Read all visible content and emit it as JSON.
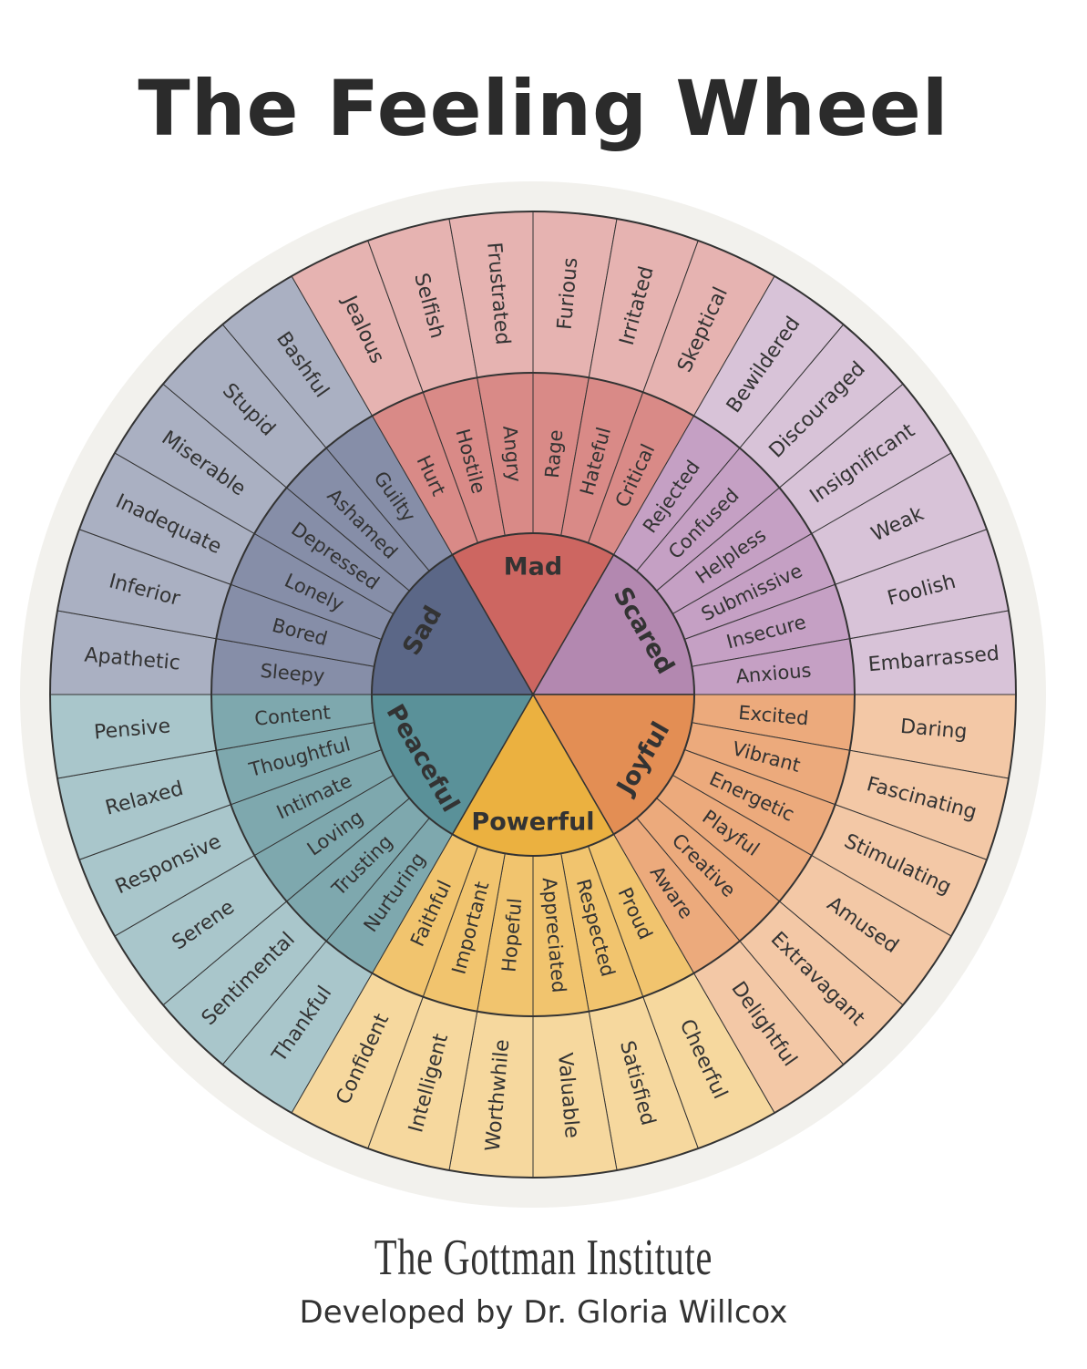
{
  "title": "The Feeling Wheel",
  "footer": {
    "brand": "The Gottman Institute",
    "credit": "Developed by Dr. Gloria Willcox"
  },
  "colors": {
    "background_ring": "#f2f1ed",
    "stroke": "#333333"
  },
  "wheel": [
    {
      "core": "Mad",
      "colors": {
        "core": "#cd6661",
        "middle": "#d98a87",
        "outer": "#e6b3b1"
      },
      "middle": [
        "Hurt",
        "Hostile",
        "Angry",
        "Rage",
        "Hateful",
        "Critical"
      ],
      "outer": [
        "Jealous",
        "Selfish",
        "Frustrated",
        "Furious",
        "Irritated",
        "Skeptical"
      ]
    },
    {
      "core": "Scared",
      "colors": {
        "core": "#b388b0",
        "middle": "#c5a0c4",
        "outer": "#d8c3d8"
      },
      "middle": [
        "Rejected",
        "Confused",
        "Helpless",
        "Submissive",
        "Insecure",
        "Anxious"
      ],
      "outer": [
        "Bewildered",
        "Discouraged",
        "Insignificant",
        "Weak",
        "Foolish",
        "Embarrassed"
      ]
    },
    {
      "core": "Joyful",
      "colors": {
        "core": "#e38e54",
        "middle": "#ecaa7c",
        "outer": "#f3c8a6"
      },
      "middle": [
        "Excited",
        "Vibrant",
        "Energetic",
        "Playful",
        "Creative",
        "Aware"
      ],
      "outer": [
        "Daring",
        "Fascinating",
        "Stimulating",
        "Amused",
        "Extravagant",
        "Delightful"
      ]
    },
    {
      "core": "Powerful",
      "colors": {
        "core": "#ebb140",
        "middle": "#f1c46e",
        "outer": "#f6d89e"
      },
      "middle": [
        "Proud",
        "Respected",
        "Appreciated",
        "Hopeful",
        "Important",
        "Faithful"
      ],
      "outer": [
        "Cheerful",
        "Satisfied",
        "Valuable",
        "Worthwhile",
        "Intelligent",
        "Confident"
      ]
    },
    {
      "core": "Peaceful",
      "colors": {
        "core": "#5a9199",
        "middle": "#7ea8ae",
        "outer": "#a9c6cb"
      },
      "middle": [
        "Nurturing",
        "Trusting",
        "Loving",
        "Intimate",
        "Thoughtful",
        "Content"
      ],
      "outer": [
        "Thankful",
        "Sentimental",
        "Serene",
        "Responsive",
        "Relaxed",
        "Pensive"
      ]
    },
    {
      "core": "Sad",
      "colors": {
        "core": "#5b6787",
        "middle": "#868ea8",
        "outer": "#aab0c2"
      },
      "middle": [
        "Sleepy",
        "Bored",
        "Lonely",
        "Depressed",
        "Ashamed",
        "Guilty"
      ],
      "outer": [
        "Apathetic",
        "Inferior",
        "Inadequate",
        "Miserable",
        "Stupid",
        "Bashful"
      ]
    }
  ]
}
